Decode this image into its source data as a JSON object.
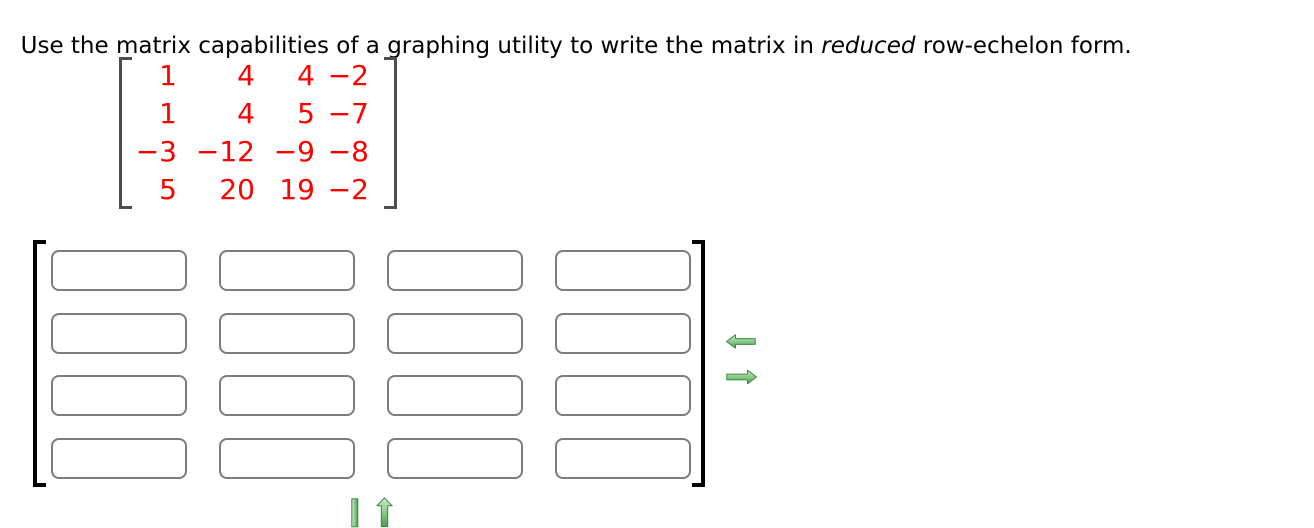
{
  "title": {
    "prefix": "Use the matrix capabilities of a graphing utility to write the matrix in ",
    "emphasis": "reduced",
    "suffix": " row-echelon form."
  },
  "given_matrix": {
    "rows": [
      [
        "1",
        "4",
        "4",
        "−2"
      ],
      [
        "1",
        "4",
        "5",
        "−7"
      ],
      [
        "−3",
        "−12",
        "−9",
        "−8"
      ],
      [
        "5",
        "20",
        "19",
        "−2"
      ]
    ]
  },
  "answer_matrix": {
    "rows": 4,
    "cols": 4,
    "cells": [
      [
        "",
        "",
        "",
        ""
      ],
      [
        "",
        "",
        "",
        ""
      ],
      [
        "",
        "",
        "",
        ""
      ],
      [
        "",
        "",
        "",
        ""
      ]
    ],
    "placeholder": ""
  },
  "icons": {
    "left_arrow": "left-arrow-icon",
    "right_arrow": "right-arrow-icon",
    "down_arrow_partial": "down-arrow-icon",
    "up_arrow_partial": "up-arrow-icon"
  },
  "colors": {
    "matrix_red": "#ff0000",
    "bracket_gray": "#4d4d4d",
    "answer_bracket_black": "#000000",
    "box_border_gray": "#7d7d7d",
    "green_fill": "#8bc98b",
    "green_fill_light": "#cdeacd",
    "green_fill_dark": "#4e9c4e",
    "green_stroke": "#3d8a3d"
  }
}
